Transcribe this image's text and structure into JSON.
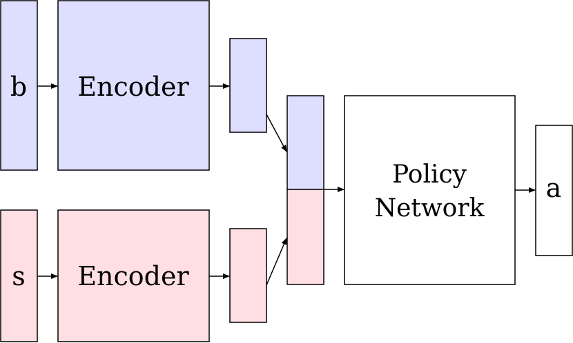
{
  "diagram": {
    "nodes": {
      "input_b": "b",
      "encoder_top": "Encoder",
      "input_s": "s",
      "encoder_bottom": "Encoder",
      "policy_line1": "Policy",
      "policy_line2": "Network",
      "output_a": "a"
    },
    "colors": {
      "belief_fill": "#dedeff",
      "state_fill": "#ffdfe2",
      "policy_fill": "#ffffff",
      "stroke": "#000000"
    }
  }
}
